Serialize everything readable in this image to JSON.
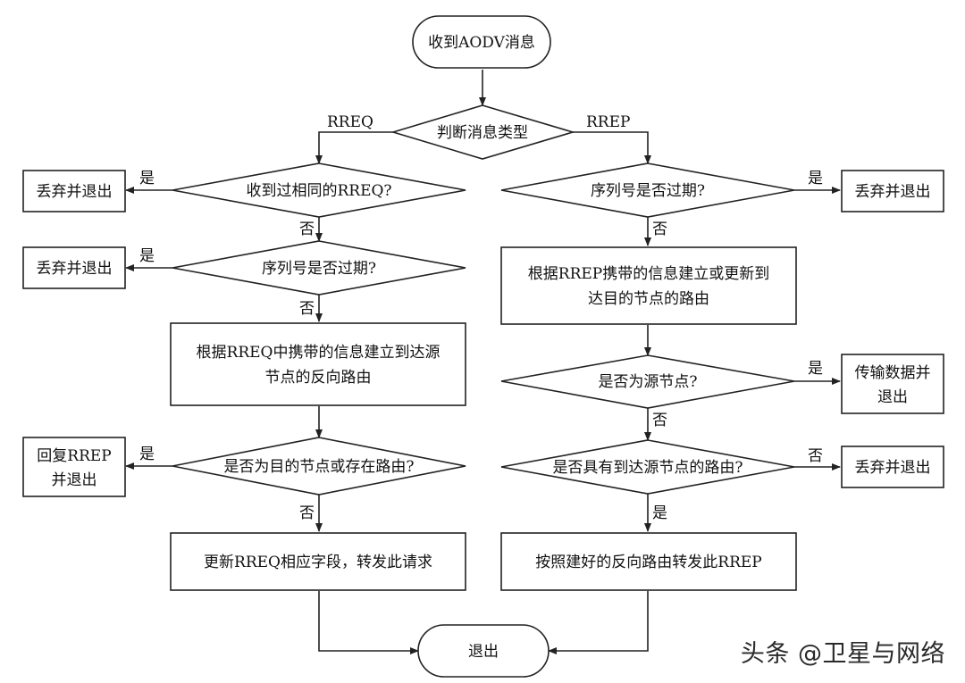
{
  "nodes": {
    "start": "收到AODV消息",
    "judge_type": "判断消息类型",
    "rreq_same": "收到过相同的RREQ?",
    "rreq_seq": "序列号是否过期?",
    "rreq_reverse_lines": [
      "根据RREQ中携带的信息建立到达源",
      "节点的反向路由"
    ],
    "rreq_dest": "是否为目的节点或存在路由?",
    "rreq_update": "更新RREQ相应字段，转发此请求",
    "rreq_discard1": "丢弃并退出",
    "rreq_discard2": "丢弃并退出",
    "rreq_reply_lines": [
      "回复RREP",
      "并退出"
    ],
    "rrep_seq": "序列号是否过期?",
    "rrep_discard1": "丢弃并退出",
    "rrep_build_lines": [
      "根据RREP携带的信息建立或更新到",
      "达目的节点的路由"
    ],
    "rrep_is_source": "是否为源节点?",
    "rrep_transmit_lines": [
      "传输数据并",
      "退出"
    ],
    "rrep_has_route": "是否具有到达源节点的路由?",
    "rrep_discard2": "丢弃并退出",
    "rrep_forward": "按照建好的反向路由转发此RREP",
    "exit": "退出"
  },
  "edge_labels": {
    "left_branch": "RREQ",
    "right_branch": "RREP",
    "rreq_same_yes": "是",
    "rreq_same_no": "否",
    "rreq_seq_yes": "是",
    "rreq_seq_no": "否",
    "rreq_dest_yes": "是",
    "rreq_dest_no": "否",
    "rrep_seq_yes": "是",
    "rrep_seq_no": "否",
    "rrep_source_yes": "是",
    "rrep_source_no": "否",
    "rrep_route_no": "否",
    "rrep_route_yes": "是"
  },
  "watermark": "头条 @卫星与网络"
}
